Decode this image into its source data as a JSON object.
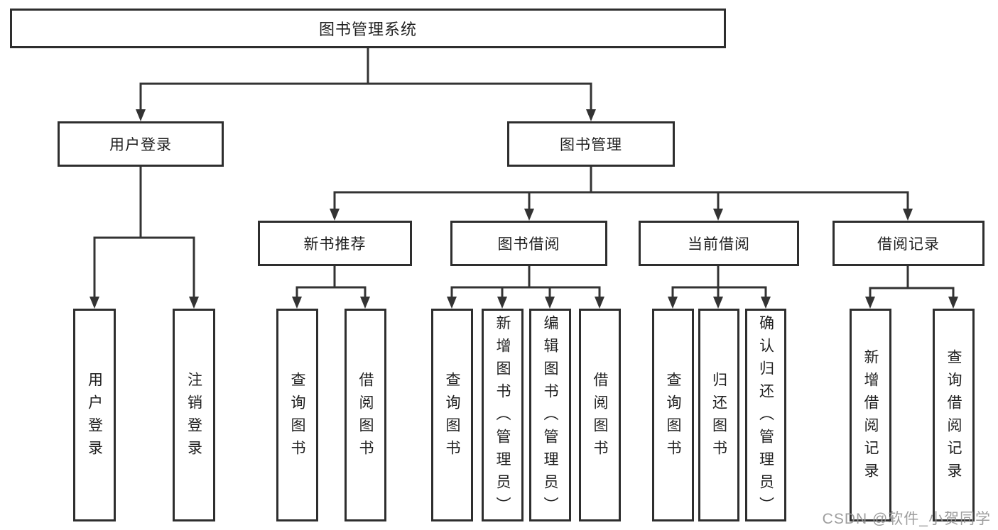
{
  "diagram": {
    "type": "functional-structure-tree",
    "root": {
      "label": "图书管理系统"
    },
    "branches": [
      {
        "label": "用户登录",
        "children": [
          {
            "label": "用户登录"
          },
          {
            "label": "注销登录"
          }
        ]
      },
      {
        "label": "图书管理",
        "children": [
          {
            "label": "新书推荐",
            "children": [
              {
                "label": "查询图书"
              },
              {
                "label": "借阅图书"
              }
            ]
          },
          {
            "label": "图书借阅",
            "children": [
              {
                "label": "查询图书"
              },
              {
                "label": "新增图书（管理员）"
              },
              {
                "label": "编辑图书（管理员）"
              },
              {
                "label": "借阅图书"
              }
            ]
          },
          {
            "label": "当前借阅",
            "children": [
              {
                "label": "查询图书"
              },
              {
                "label": "归还图书"
              },
              {
                "label": "确认归还（管理员）"
              }
            ]
          },
          {
            "label": "借阅记录",
            "children": [
              {
                "label": "新增借阅记录"
              },
              {
                "label": "查询借阅记录"
              }
            ]
          }
        ]
      }
    ]
  },
  "watermark": {
    "text": "CSDN @软件_小贺同学",
    "color": "#949494"
  },
  "colors": {
    "line": "#333333",
    "box_border": "#2e2e2e",
    "box_fill": "#ffffff",
    "text": "#1f1f1f",
    "background": "#ffffff"
  }
}
